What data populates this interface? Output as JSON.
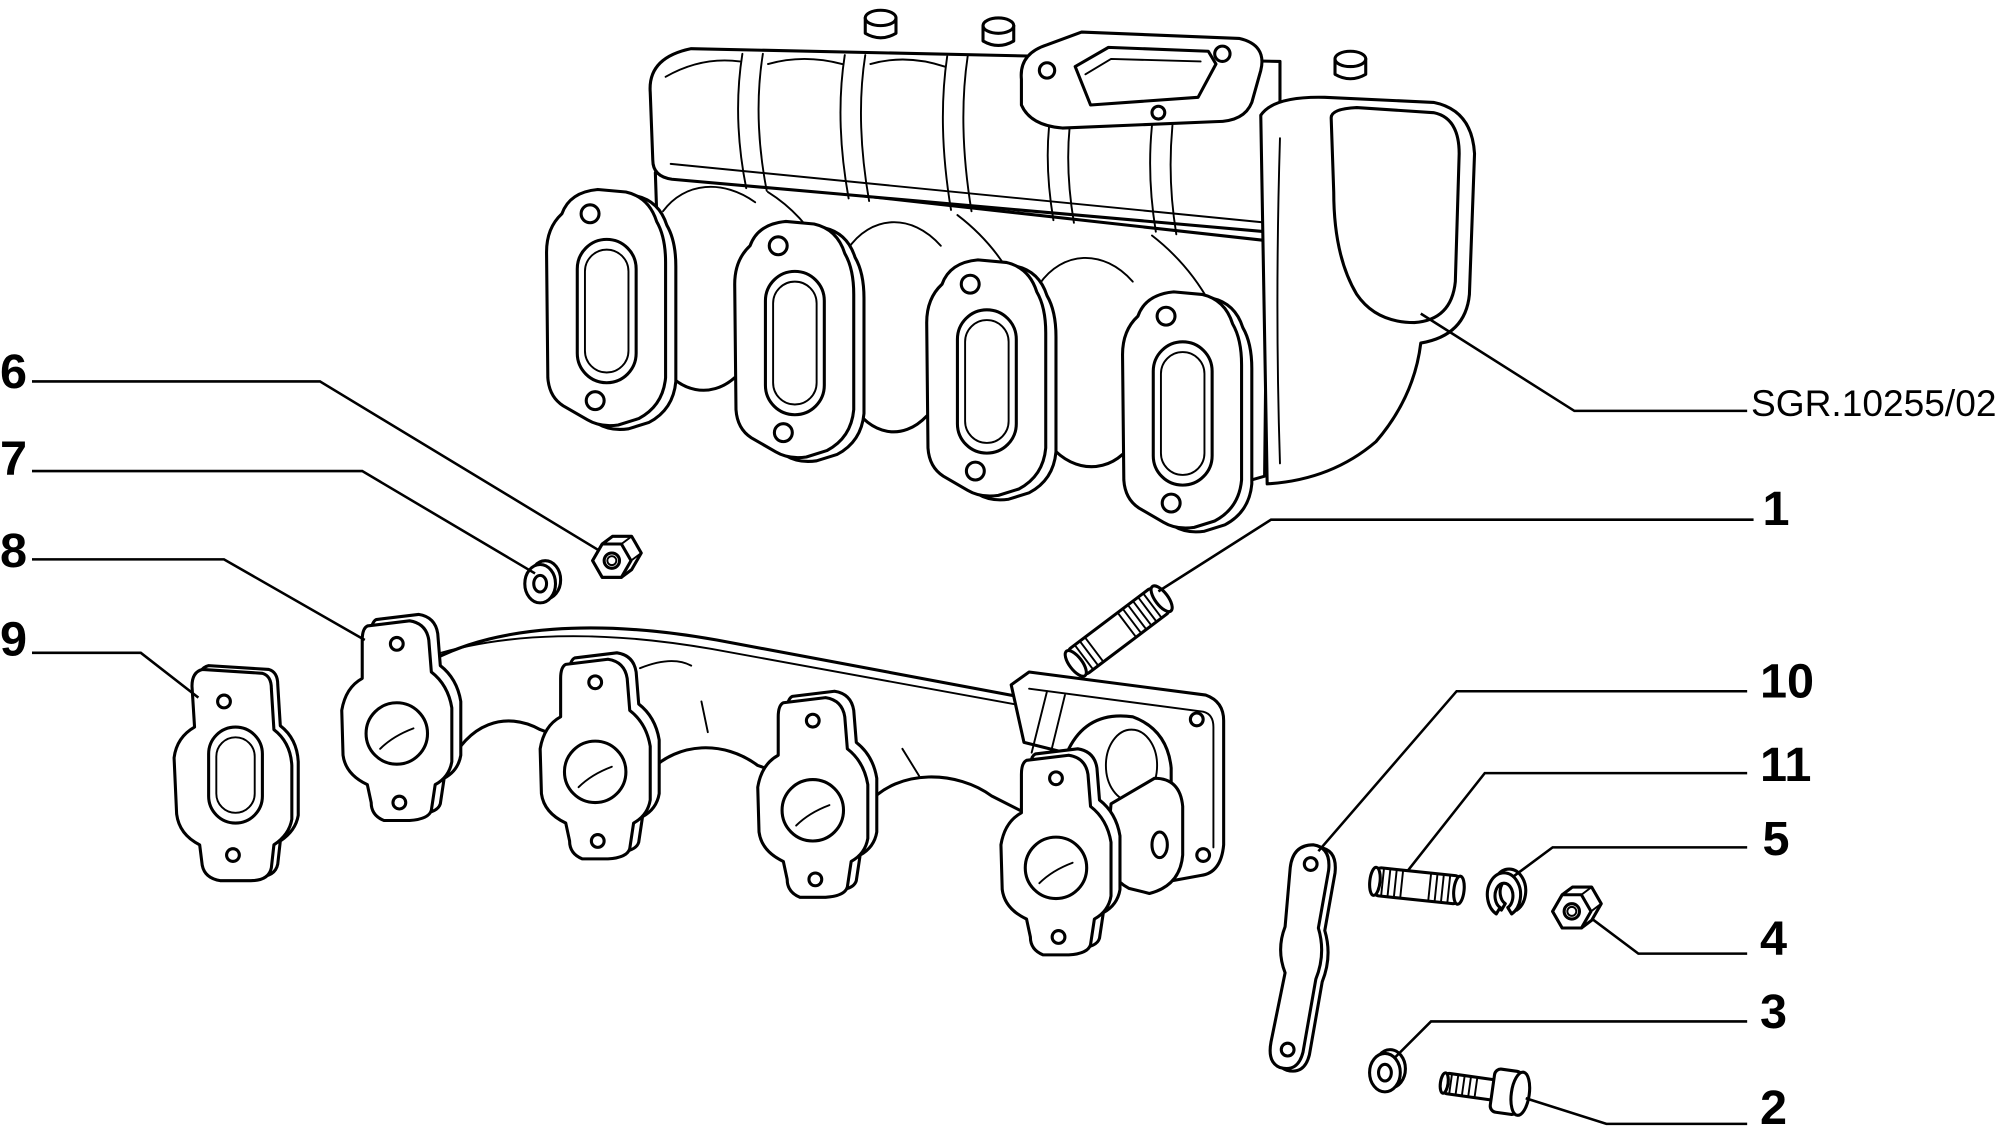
{
  "drawing_code": "SGR.10255/02",
  "callouts": {
    "p1": "1",
    "p2": "2",
    "p3": "3",
    "p4": "4",
    "p5": "5",
    "p6": "6",
    "p7": "7",
    "p8": "8",
    "p9": "9",
    "p10": "10",
    "p11": "11"
  },
  "colors": {
    "ink": "#000000",
    "paper": "#ffffff"
  }
}
